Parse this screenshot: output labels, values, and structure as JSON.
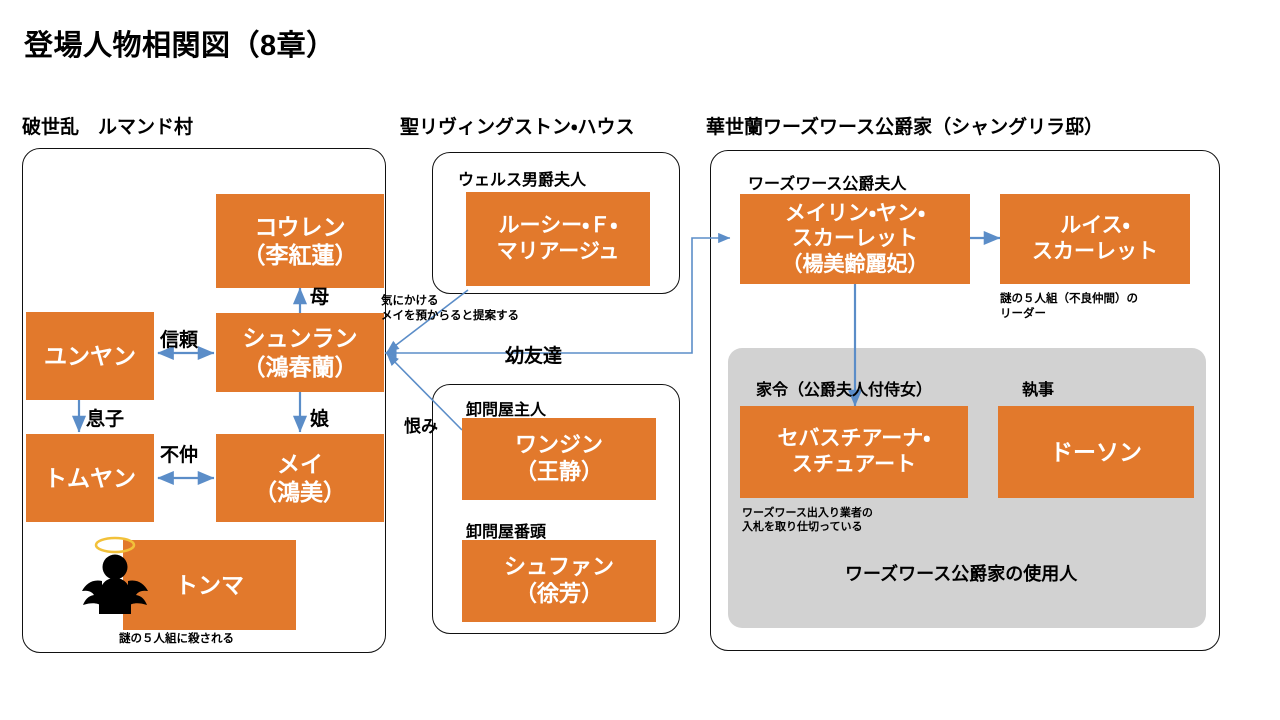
{
  "title": "登場人物相関図（8章）",
  "groups": {
    "village": {
      "caption": "破世乱　ルマンド村",
      "people": {
        "kouren": "コウレン\n（李紅蓮）",
        "yunyan": "ユンヤン",
        "shunran": "シュンラン\n（鴻春蘭）",
        "tomuyan": "トムヤン",
        "mei": "メイ\n（鴻美）",
        "tonma": "トンマ"
      },
      "notes": {
        "tonma": "謎の５人組に殺される"
      },
      "relations": {
        "trust": "信頼",
        "mother": "母",
        "son": "息子",
        "daughter": "娘",
        "discord": "不仲"
      }
    },
    "livingstone": {
      "caption": "聖リヴィングストン・ハウス",
      "role": "ウェルス男爵夫人",
      "people": {
        "lucy": "ルーシー・Ｆ・\nマリアージュ"
      },
      "notes": {
        "lucy": "気にかける\nメイを預からると提案する"
      }
    },
    "wholesaler": {
      "roles": {
        "owner": "卸問屋主人",
        "manager": "卸問屋番頭"
      },
      "people": {
        "wangjing": "ワンジン\n（王静）",
        "shufang": "シュファン\n（徐芳）"
      },
      "relations": {
        "grudge": "恨み"
      }
    },
    "wordsworth": {
      "caption": "華世蘭ワーズワース公爵家（シャングリラ邸）",
      "role": "ワーズワース公爵夫人",
      "people": {
        "meilin": "メイリン・ヤン・\nスカーレット\n（楊美齢麗妃）",
        "luis": "ルイス・\nスカーレット",
        "sebastiana": "セバスチアーナ・\nスチュアート",
        "dawson": "ドーソン"
      },
      "notes": {
        "luis": "謎の５人組（不良仲間）の\nリーダー",
        "sebastiana": "ワーズワース出入り業者の\n入札を取り仕切っている"
      },
      "servants_panel": {
        "title": "ワーズワース公爵家の使用人",
        "roles": {
          "steward_lady": "家令（公爵夫人付侍女）",
          "butler": "執事"
        }
      },
      "relations": {
        "childhood_friends": "幼友達"
      }
    }
  },
  "colors": {
    "person_fill": "#e2792c",
    "person_text": "#ffffff",
    "connector": "#5b8dc8",
    "panel_gray": "#d2d2d2",
    "outline": "#111111",
    "halo": "#f2c13a"
  }
}
